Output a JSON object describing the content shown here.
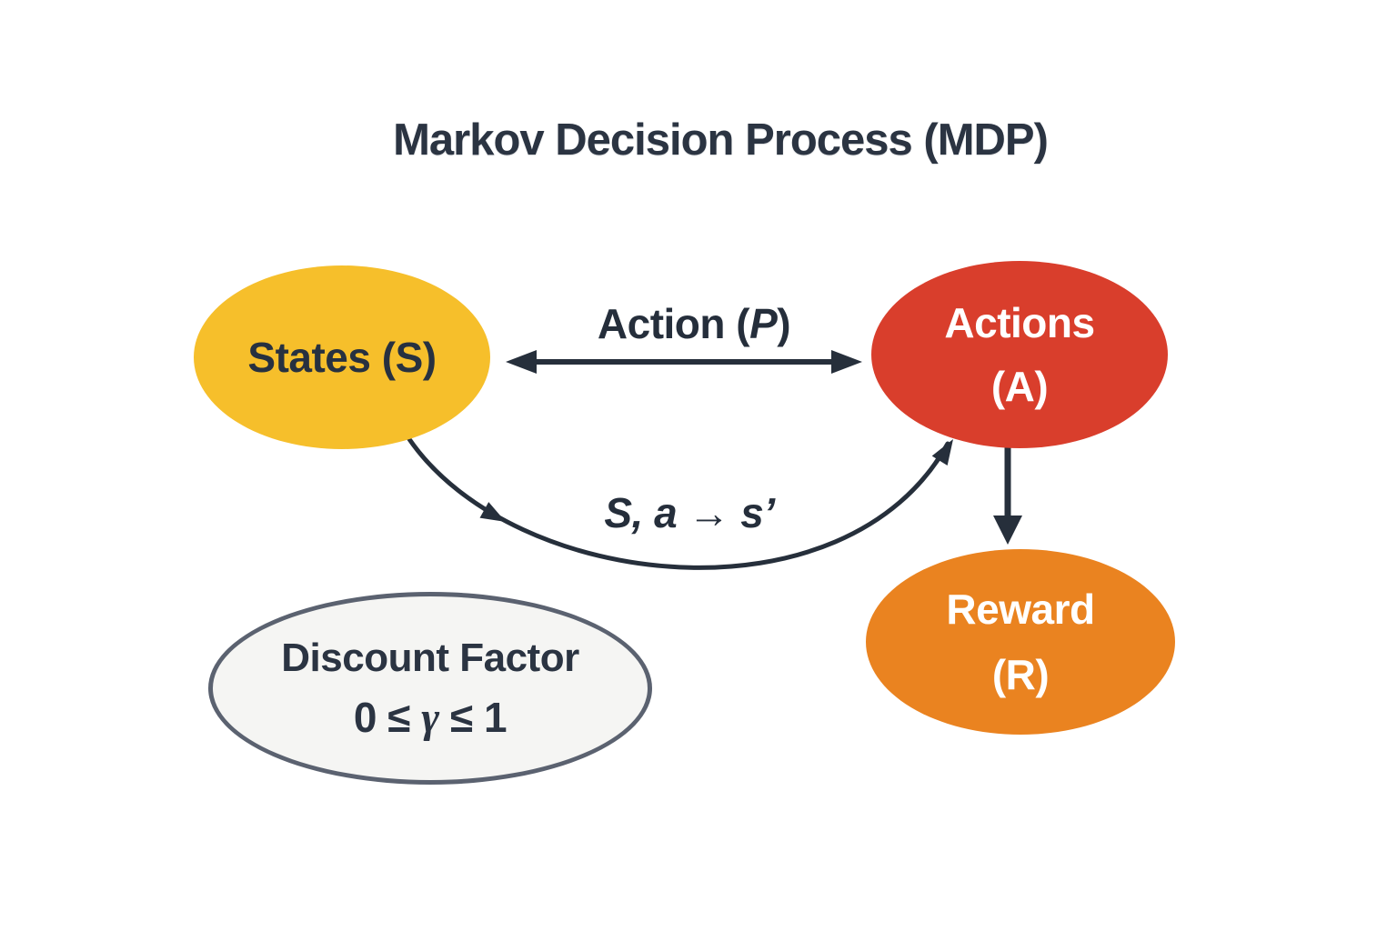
{
  "title": "Markov Decision Process (MDP)",
  "nodes": {
    "states": {
      "label": "States (S)",
      "color": "#f6bf2b"
    },
    "actions": {
      "line1": "Actions",
      "line2": "(A)",
      "color": "#d93e2c"
    },
    "reward": {
      "line1": "Reward",
      "line2": "(R)",
      "color": "#ea8320"
    },
    "discount": {
      "line1": "Discount Factor",
      "formula_prefix": "0 ≤ ",
      "formula_gamma": "γ",
      "formula_suffix": " ≤ 1",
      "fill": "#f5f5f3",
      "stroke": "#5b6270"
    }
  },
  "edges": {
    "transition": {
      "prefix": "Action (",
      "italic": "P",
      "suffix": ")"
    },
    "state_action": {
      "label": "S, a → s’"
    }
  },
  "colors": {
    "background": "#ffffff",
    "text_dark": "#2b3442",
    "arrow": "#262f3b"
  }
}
